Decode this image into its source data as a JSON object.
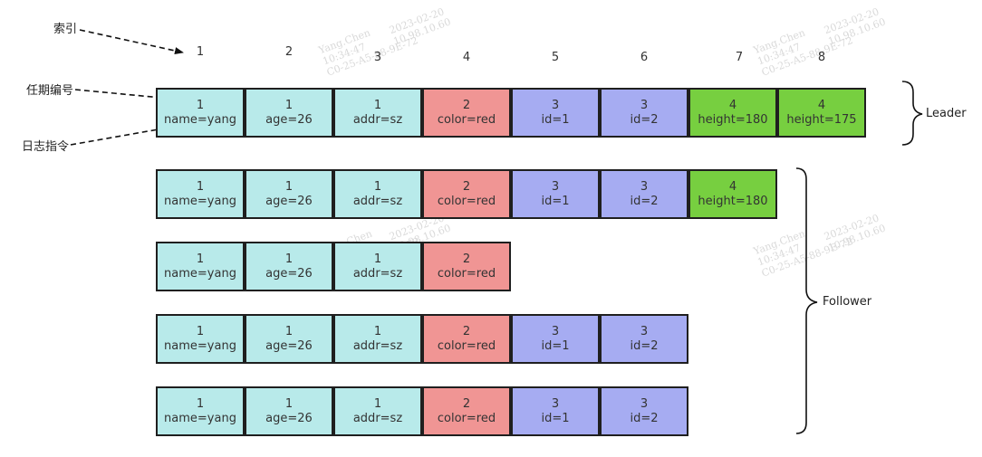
{
  "annotations": {
    "index": "索引",
    "term": "任期编号",
    "command": "日志指令"
  },
  "indices": [
    "1",
    "2",
    "3",
    "4",
    "5",
    "6",
    "7",
    "8"
  ],
  "colors": {
    "term1": "#b8eaea",
    "term2": "#f09594",
    "term3": "#a6acf2",
    "term4": "#77cf40"
  },
  "entries": [
    {
      "term": "1",
      "command": "name=yang"
    },
    {
      "term": "1",
      "command": "age=26"
    },
    {
      "term": "1",
      "command": "addr=sz"
    },
    {
      "term": "2",
      "command": "color=red"
    },
    {
      "term": "3",
      "command": "id=1"
    },
    {
      "term": "3",
      "command": "id=2"
    },
    {
      "term": "4",
      "command": "height=180"
    },
    {
      "term": "4",
      "command": "height=175"
    }
  ],
  "leader": {
    "label": "Leader",
    "log_length": 8
  },
  "followers": {
    "label": "Follower",
    "log_lengths": [
      7,
      4,
      6,
      6
    ]
  },
  "watermark": {
    "name": "Yang.Chen",
    "date": "2023-02-20",
    "time": "10:34:47",
    "ip": "10.98.10.60",
    "mac": "C0-25-A5-88-9E-72"
  }
}
